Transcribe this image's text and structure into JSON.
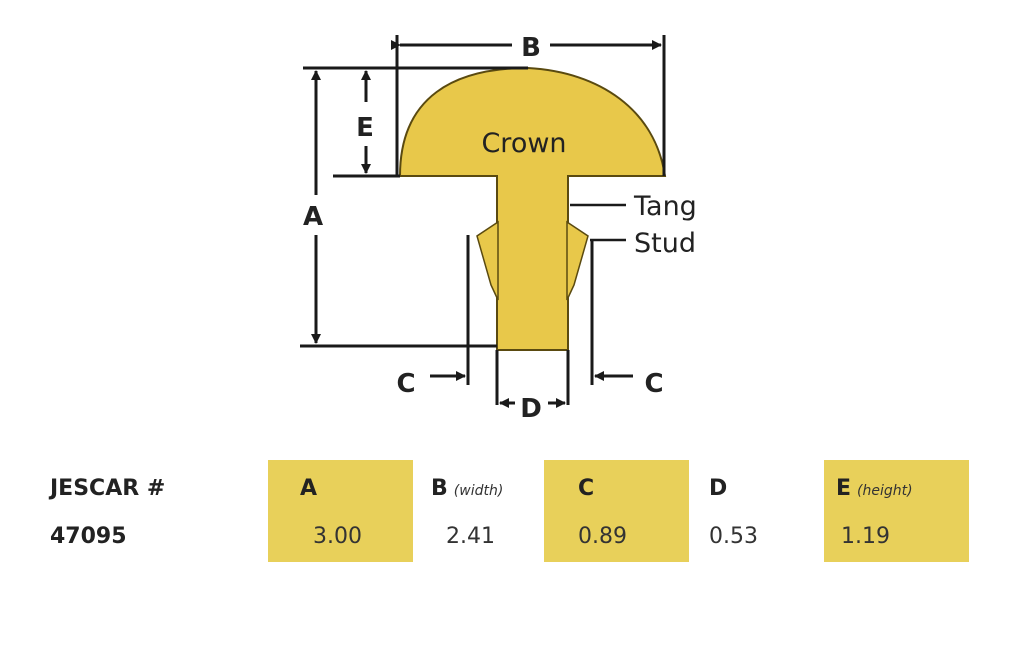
{
  "diagram": {
    "labels": {
      "a": "A",
      "b": "B",
      "c_left": "C",
      "c_right": "C",
      "d": "D",
      "e": "E"
    },
    "parts": {
      "crown": "Crown",
      "tang": "Tang",
      "stud": "Stud"
    },
    "colors": {
      "fret": "#e8c84a",
      "outline": "#5a4a10",
      "line": "#1a1a1a"
    }
  },
  "table": {
    "header_label": "JESCAR #",
    "columns": [
      {
        "letter": "A",
        "sub": "",
        "value": "3.00",
        "highlight": true
      },
      {
        "letter": "B",
        "sub": "(width)",
        "value": "2.41",
        "highlight": false
      },
      {
        "letter": "C",
        "sub": "",
        "value": "0.89",
        "highlight": true
      },
      {
        "letter": "D",
        "sub": "",
        "value": "0.53",
        "highlight": false
      },
      {
        "letter": "E",
        "sub": "(height)",
        "value": "1.19",
        "highlight": true
      }
    ],
    "rows": [
      {
        "part_number": "47095"
      }
    ],
    "highlight_color": "#e8d05a"
  }
}
